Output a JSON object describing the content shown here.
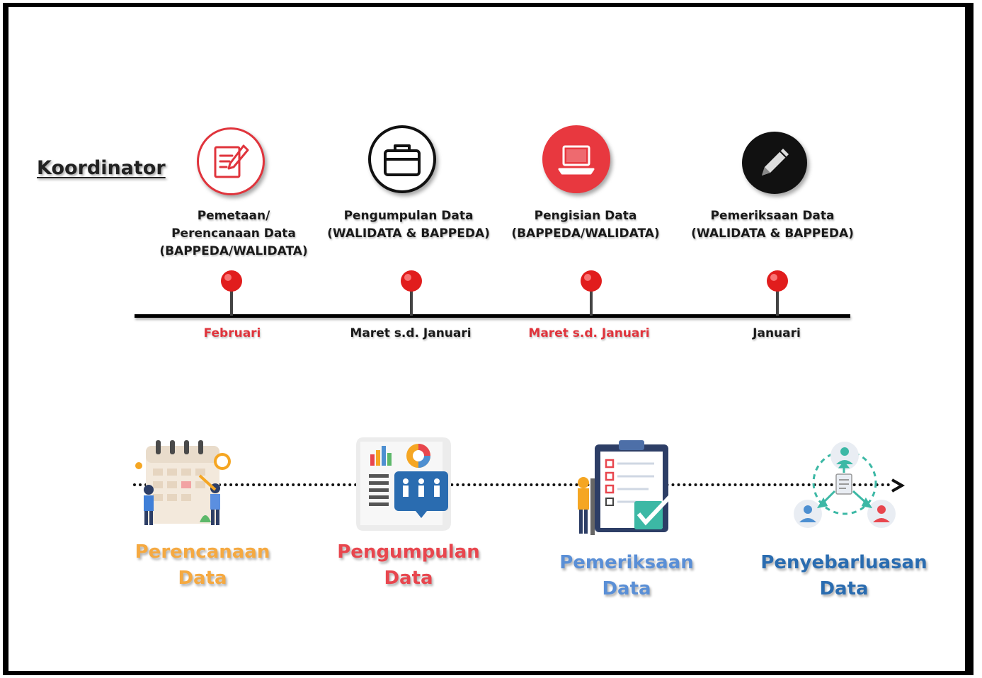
{
  "heading": "Koordinator",
  "steps": [
    {
      "icon": "edit-document-icon",
      "style": "outline-red",
      "label_lines": [
        "Pemetaan/",
        "Perencanaan Data",
        "(BAPPEDA/WALIDATA)"
      ],
      "date": "Februari",
      "date_color": "#e0343c"
    },
    {
      "icon": "briefcase-icon",
      "style": "outline-black",
      "label_lines": [
        "Pengumpulan Data",
        "(WALIDATA & BAPPEDA)"
      ],
      "date": "Maret s.d. Januari",
      "date_color": "#1a1a1a"
    },
    {
      "icon": "laptop-icon",
      "style": "filled-red",
      "label_lines": [
        "Pengisian Data",
        "(BAPPEDA/WALIDATA)"
      ],
      "date": "Maret s.d. Januari",
      "date_color": "#e0343c"
    },
    {
      "icon": "pencil-icon",
      "style": "filled-black",
      "label_lines": [
        "Pemeriksaan Data",
        "(WALIDATA & BAPPEDA)"
      ],
      "date": "Januari",
      "date_color": "#1a1a1a"
    }
  ],
  "phases": [
    {
      "icon": "calendar-planning-icon",
      "lines": [
        "Perencanaan",
        "Data"
      ],
      "color": "#f5a941"
    },
    {
      "icon": "data-report-icon",
      "lines": [
        "Pengumpulan",
        "Data"
      ],
      "color": "#e8464e"
    },
    {
      "icon": "checklist-clipboard-icon",
      "lines": [
        "Pemeriksaan",
        "Data"
      ],
      "color": "#5a8fd6"
    },
    {
      "icon": "share-network-icon",
      "lines": [
        "Penyebarluasan",
        "Data"
      ],
      "color": "#2a6cb0"
    }
  ],
  "colors": {
    "red": "#e0343c",
    "black": "#1a1a1a",
    "pin_red": "#e11d1d"
  }
}
